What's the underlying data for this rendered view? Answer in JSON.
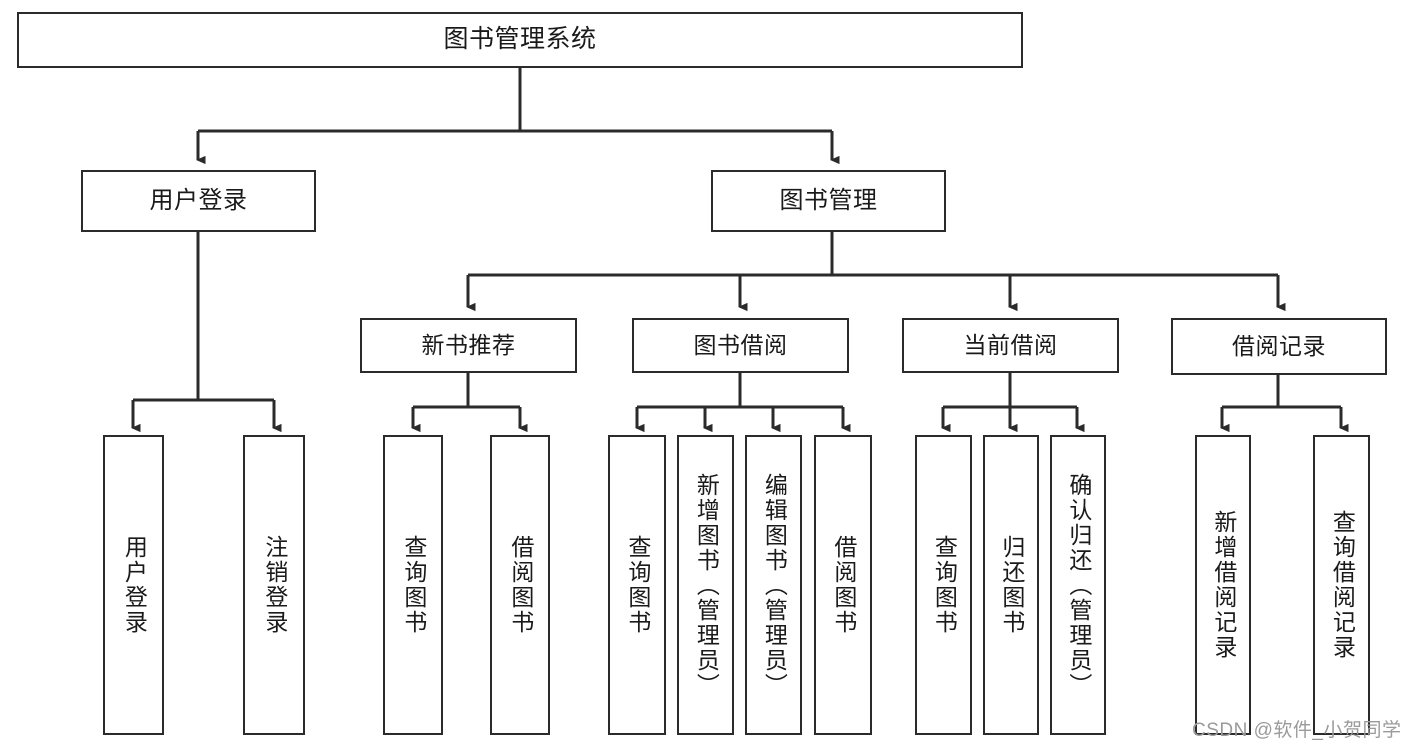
{
  "diagram": {
    "type": "tree-hierarchy",
    "title": "图书管理系统",
    "watermark": "CSDN @软件_小贺同学",
    "colors": {
      "node_border": "#2b2b2b",
      "node_fill": "#ffffff",
      "edge": "#2b2b2b",
      "text": "#1a1a1a",
      "watermark": "#9a9a9a"
    },
    "nodes": {
      "root": {
        "label": "图书管理系统"
      },
      "level1": [
        {
          "id": "user-login",
          "label": "用户登录"
        },
        {
          "id": "book-manage",
          "label": "图书管理"
        }
      ],
      "level2": [
        {
          "id": "new-book-recommend",
          "label": "新书推荐"
        },
        {
          "id": "book-borrow",
          "label": "图书借阅"
        },
        {
          "id": "current-borrow",
          "label": "当前借阅"
        },
        {
          "id": "borrow-record",
          "label": "借阅记录"
        }
      ],
      "leaves": {
        "user_login": [
          {
            "id": "leaf-user-login",
            "label": "用户登录"
          },
          {
            "id": "leaf-logout-login",
            "label": "注销登录"
          }
        ],
        "new_book_recommend": [
          {
            "id": "leaf-query-book-1",
            "label": "查询图书"
          },
          {
            "id": "leaf-borrow-book-1",
            "label": "借阅图书"
          }
        ],
        "book_borrow": [
          {
            "id": "leaf-query-book-2",
            "label": "查询图书"
          },
          {
            "id": "leaf-add-book",
            "label": "新增图书（管理员）"
          },
          {
            "id": "leaf-edit-book",
            "label": "编辑图书（管理员）"
          },
          {
            "id": "leaf-borrow-book-2",
            "label": "借阅图书"
          }
        ],
        "current_borrow": [
          {
            "id": "leaf-query-book-3",
            "label": "查询图书"
          },
          {
            "id": "leaf-return-book",
            "label": "归还图书"
          },
          {
            "id": "leaf-confirm-return",
            "label": "确认归还（管理员）"
          }
        ],
        "borrow_record": [
          {
            "id": "leaf-add-record",
            "label": "新增借阅记录"
          },
          {
            "id": "leaf-query-record",
            "label": "查询借阅记录"
          }
        ]
      }
    }
  }
}
